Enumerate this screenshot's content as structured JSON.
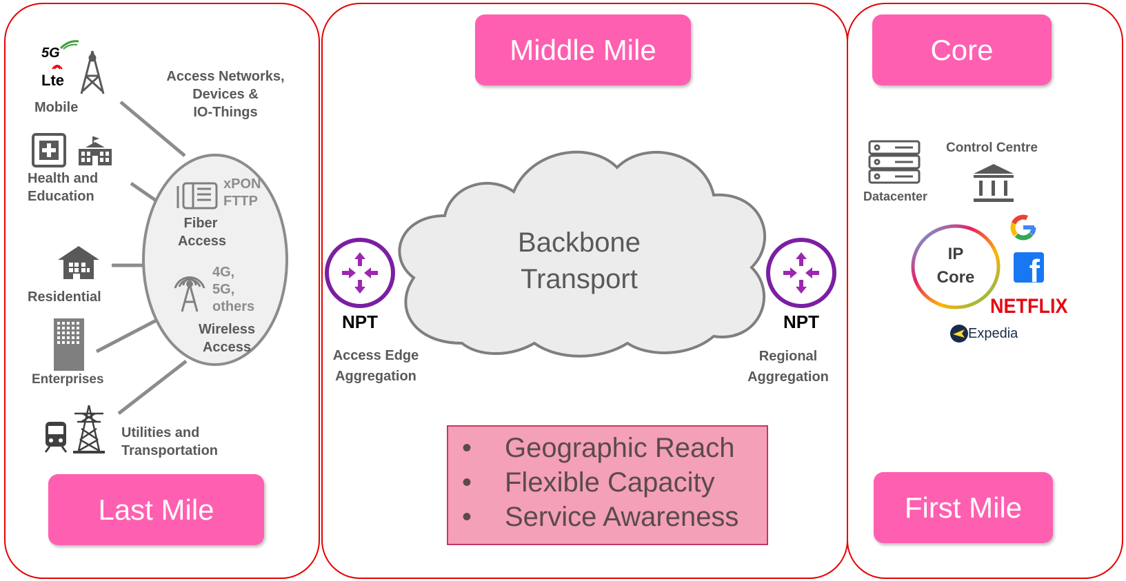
{
  "panels": {
    "last_mile": {
      "tag": "Last Mile"
    },
    "middle_mile": {
      "tag": "Middle Mile"
    },
    "core": {
      "tag": "Core"
    },
    "first_mile": {
      "tag": "First Mile"
    }
  },
  "last_mile": {
    "header": [
      "Access Networks,",
      "Devices &",
      "IO-Things"
    ],
    "segments": {
      "mobile": "Mobile",
      "health_l1": "Health and",
      "health_l2": "Education",
      "residential": "Residential",
      "enterprises": "Enterprises",
      "utilities_l1": "Utilities and",
      "utilities_l2": "Transportation"
    },
    "mobile_badges": {
      "g5": "5G",
      "lte": "Lte"
    },
    "access_ellipse": {
      "fiber_tech_l1": "xPON",
      "fiber_tech_l2": "FTTP",
      "fiber_l1": "Fiber",
      "fiber_l2": "Access",
      "wireless_tech_l1": "4G,",
      "wireless_tech_l2": "5G,",
      "wireless_tech_l3": "others",
      "wireless_l1": "Wireless",
      "wireless_l2": "Access"
    }
  },
  "middle_mile": {
    "cloud_l1": "Backbone",
    "cloud_l2": "Transport",
    "left_node": {
      "name": "NPT",
      "label_l1": "Access Edge",
      "label_l2": "Aggregation"
    },
    "right_node": {
      "name": "NPT",
      "label_l1": "Regional",
      "label_l2": "Aggregation"
    },
    "bullets": [
      "Geographic Reach",
      "Flexible Capacity",
      "Service Awareness"
    ],
    "bullet_glyph": "•"
  },
  "core": {
    "datacenter": "Datacenter",
    "control_centre": "Control Centre",
    "ip_core_l1": "IP",
    "ip_core_l2": "Core",
    "brands": {
      "google": "G",
      "facebook": "f",
      "netflix": "NETFLIX",
      "expedia": "Expedia"
    }
  },
  "colors": {
    "panel_border": "#e60000",
    "tag_pink": "#ff5fb0",
    "npt_purple": "#7b1fa2",
    "npt_arrow": "#9c27b0",
    "label_grey": "#595959",
    "bullet_box": "#f4a0b6",
    "netflix_red": "#e50914",
    "facebook_blue": "#1877f2"
  },
  "icons": [
    "5g-icon",
    "lte-icon",
    "cell-tower-icon",
    "hospital-icon",
    "school-icon",
    "house-icon",
    "office-building-icon",
    "train-icon",
    "power-pylon-icon",
    "fiber-ont-icon",
    "wireless-antenna-icon",
    "npt-router-icon",
    "server-rack-icon",
    "control-centre-icon",
    "google-logo",
    "facebook-logo",
    "netflix-logo",
    "expedia-logo"
  ]
}
